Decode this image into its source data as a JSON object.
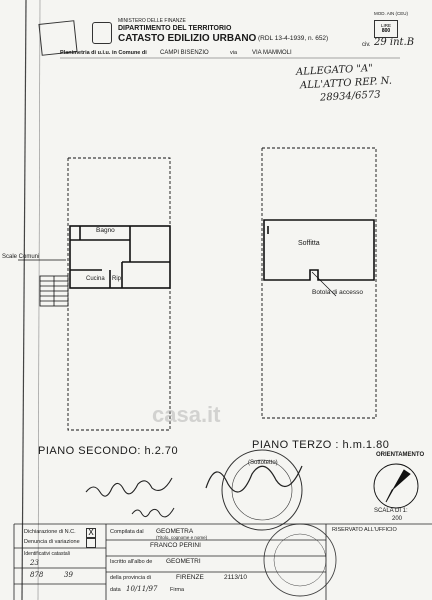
{
  "header": {
    "ministry": "MINISTERO DELLE FINANZE",
    "department": "DIPARTIMENTO DEL TERRITORIO",
    "title": "CATASTO EDILIZIO URBANO",
    "decree": "(RDL 13-4-1939, n. 652)",
    "model": "MOD. AIN (CEU)",
    "lire_label": "LIRE",
    "lire_value": "800",
    "planimetry_label": "Planimetria di u.i.u. in Comune di",
    "comune": "CAMPI BISENZIO",
    "via_label": "via",
    "via": "VIA MAMMOLI",
    "civ_label": "civ.",
    "civ": "29 int.B"
  },
  "allegato": {
    "line1": "ALLEGATO \"A\"",
    "line2": "ALL'ATTO REP. N.",
    "line3": "28934/6573"
  },
  "rooms": {
    "bagno": "Bagno",
    "cucina": "Cucina",
    "rip": "Rip",
    "scale": "Scale Comuni",
    "soffitta": "Soffitta",
    "botola": "Botola di accesso",
    "sottotetto": "(Sottotetto)"
  },
  "floors": {
    "secondo": "PIANO SECONDO: h.2.70",
    "terzo": "PIANO TERZO : h.m.1.80"
  },
  "orientation": {
    "label": "ORIENTAMENTO"
  },
  "scale": {
    "label": "SCALA DI 1:",
    "value": "200"
  },
  "watermark": "casa.it",
  "footer": {
    "declaration_label": "Dichiarazione di N.C.",
    "variation_label": "Denuncia di variazione",
    "mark": "X",
    "identificativi_label": "Identificativi catastali",
    "foglio": "23",
    "particella": "878",
    "sub": "39",
    "compilata_label": "Compilata dal",
    "compilata_role": "GEOMETRA",
    "compilata_hint": "(Titolo, cognome e nome)",
    "compilata_name": "FRANCO PERINI",
    "iscritto_label": "Iscritto all'albo de",
    "iscritto_value": "GEOMETRI",
    "provincia_label": "della provincia di",
    "provincia": "FIRENZE",
    "numero": "2113/10",
    "data_label": "data",
    "data": "10/11/97",
    "firma_label": "Firma",
    "reserved": "RISERVATO ALL'UFFICIO"
  }
}
